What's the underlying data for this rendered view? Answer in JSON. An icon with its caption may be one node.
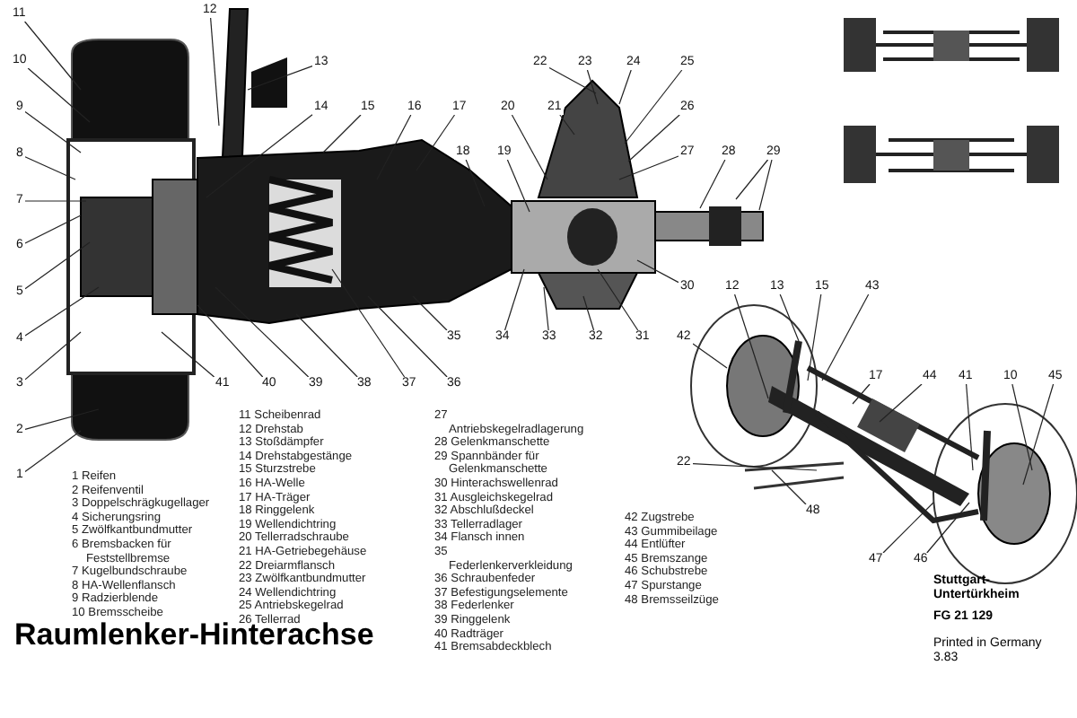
{
  "diagram": {
    "title": "Raumlenker-Hinterachse",
    "nodes": [
      {
        "text": [
          "11"
        ]
      },
      {
        "text": [
          "10"
        ]
      },
      {
        "text": [
          "9"
        ]
      },
      {
        "text": [
          "8"
        ]
      },
      {
        "text": [
          "7"
        ]
      },
      {
        "text": [
          "6"
        ]
      },
      {
        "text": [
          "5"
        ]
      },
      {
        "text": [
          "4"
        ]
      },
      {
        "text": [
          "3"
        ]
      },
      {
        "text": [
          "2"
        ]
      },
      {
        "text": [
          "1"
        ]
      },
      {
        "text": [
          "12"
        ]
      },
      {
        "text": [
          "13"
        ]
      },
      {
        "text": [
          "14"
        ]
      },
      {
        "text": [
          "15"
        ]
      },
      {
        "text": [
          "16"
        ]
      },
      {
        "text": [
          "17"
        ]
      },
      {
        "text": [
          "18"
        ]
      },
      {
        "text": [
          "19"
        ]
      },
      {
        "text": [
          "20"
        ]
      },
      {
        "text": [
          "21"
        ]
      },
      {
        "text": [
          "22"
        ]
      },
      {
        "text": [
          "23"
        ]
      },
      {
        "text": [
          "24"
        ]
      },
      {
        "text": [
          "25"
        ]
      },
      {
        "text": [
          "26"
        ]
      },
      {
        "text": [
          "27"
        ]
      },
      {
        "text": [
          "28"
        ]
      },
      {
        "text": [
          "29"
        ]
      },
      {
        "text": [
          "30"
        ]
      },
      {
        "text": [
          "31"
        ]
      },
      {
        "text": [
          "32"
        ]
      },
      {
        "text": [
          "33"
        ]
      },
      {
        "text": [
          "34"
        ]
      },
      {
        "text": [
          "35"
        ]
      },
      {
        "text": [
          "36"
        ]
      },
      {
        "text": [
          "37"
        ]
      },
      {
        "text": [
          "38"
        ]
      },
      {
        "text": [
          "39"
        ]
      },
      {
        "text": [
          "40"
        ]
      },
      {
        "text": [
          "41"
        ]
      },
      {
        "text": [
          "12"
        ]
      },
      {
        "text": [
          "13"
        ]
      },
      {
        "text": [
          "15"
        ]
      },
      {
        "text": [
          "43"
        ]
      },
      {
        "text": [
          "42"
        ]
      },
      {
        "text": [
          "17"
        ]
      },
      {
        "text": [
          "44"
        ]
      },
      {
        "text": [
          "41"
        ]
      },
      {
        "text": [
          "10"
        ]
      },
      {
        "text": [
          "45"
        ]
      },
      {
        "text": [
          "22"
        ]
      },
      {
        "text": [
          "48"
        ]
      },
      {
        "text": [
          "47"
        ]
      },
      {
        "text": [
          "46"
        ]
      }
    ],
    "edges": [
      {
        "from": 0,
        "to": null,
        "arrow": "none"
      },
      {
        "from": 1,
        "to": null,
        "arrow": "none"
      },
      {
        "from": 2,
        "to": null,
        "arrow": "none"
      },
      {
        "from": 3,
        "to": null,
        "arrow": "none"
      },
      {
        "from": 4,
        "to": null,
        "arrow": "none"
      },
      {
        "from": 5,
        "to": null,
        "arrow": "none"
      },
      {
        "from": 6,
        "to": null,
        "arrow": "none"
      },
      {
        "from": 7,
        "to": null,
        "arrow": "none"
      },
      {
        "from": 8,
        "to": null,
        "arrow": "none"
      },
      {
        "from": 9,
        "to": null,
        "arrow": "none"
      },
      {
        "from": 10,
        "to": null,
        "arrow": "none"
      },
      {
        "from": 11,
        "to": null,
        "arrow": "none"
      },
      {
        "from": 12,
        "to": null,
        "arrow": "none"
      },
      {
        "from": 13,
        "to": null,
        "arrow": "none"
      },
      {
        "from": 14,
        "to": null,
        "arrow": "none"
      },
      {
        "from": 15,
        "to": null,
        "arrow": "none"
      },
      {
        "from": 16,
        "to": null,
        "arrow": "none"
      },
      {
        "from": 17,
        "to": null,
        "arrow": "none"
      },
      {
        "from": 18,
        "to": null,
        "arrow": "none"
      },
      {
        "from": 19,
        "to": null,
        "arrow": "none"
      },
      {
        "from": 20,
        "to": null,
        "arrow": "none"
      },
      {
        "from": 21,
        "to": null,
        "arrow": "none"
      },
      {
        "from": 22,
        "to": null,
        "arrow": "none"
      },
      {
        "from": 23,
        "to": null,
        "arrow": "none"
      },
      {
        "from": 24,
        "to": null,
        "arrow": "none"
      },
      {
        "from": 25,
        "to": null,
        "arrow": "none"
      },
      {
        "from": 26,
        "to": null,
        "arrow": "none"
      },
      {
        "from": 27,
        "to": null,
        "arrow": "none"
      },
      {
        "from": 28,
        "to": null,
        "arrow": "none"
      },
      {
        "from": 28,
        "to": null,
        "arrow": "none"
      },
      {
        "from": 29,
        "to": null,
        "arrow": "none"
      },
      {
        "from": 30,
        "to": null,
        "arrow": "none"
      },
      {
        "from": 31,
        "to": null,
        "arrow": "none"
      },
      {
        "from": 32,
        "to": null,
        "arrow": "none"
      },
      {
        "from": 33,
        "to": null,
        "arrow": "none"
      },
      {
        "from": 34,
        "to": null,
        "arrow": "none"
      },
      {
        "from": 35,
        "to": null,
        "arrow": "none"
      },
      {
        "from": 36,
        "to": null,
        "arrow": "none"
      },
      {
        "from": 37,
        "to": null,
        "arrow": "none"
      },
      {
        "from": 38,
        "to": null,
        "arrow": "none"
      },
      {
        "from": 39,
        "to": null,
        "arrow": "none"
      },
      {
        "from": 40,
        "to": null,
        "arrow": "none"
      },
      {
        "from": 41,
        "to": null,
        "arrow": "none"
      },
      {
        "from": 42,
        "to": null,
        "arrow": "none"
      },
      {
        "from": 43,
        "to": null,
        "arrow": "none"
      },
      {
        "from": 44,
        "to": null,
        "arrow": "none"
      },
      {
        "from": 45,
        "to": null,
        "arrow": "none"
      },
      {
        "from": 46,
        "to": null,
        "arrow": "none"
      },
      {
        "from": 47,
        "to": null,
        "arrow": "none"
      },
      {
        "from": 48,
        "to": null,
        "arrow": "none"
      },
      {
        "from": 49,
        "to": null,
        "arrow": "none"
      },
      {
        "from": 50,
        "to": null,
        "arrow": "none"
      },
      {
        "from": 51,
        "to": null,
        "arrow": "none"
      },
      {
        "from": 52,
        "to": null,
        "arrow": "none"
      },
      {
        "from": 53,
        "to": null,
        "arrow": "none"
      },
      {
        "from": 54,
        "to": null,
        "arrow": "none"
      }
    ],
    "labels": [
      "1 Reifen",
      "2 Reifenventil",
      "3 Doppelschrägkugellager",
      "4 Sicherungsring",
      "5 Zwölfkantbundmutter",
      "6 Bremsbacken für Feststellbremse",
      "7 Kugelbundschraube",
      "8 HA-Wellenflansch",
      "9 Radzierblende",
      "10 Bremsscheibe",
      "11 Scheibenrad",
      "12 Drehstab",
      "13 Stoßdämpfer",
      "14 Drehstabgestänge",
      "15 Sturzstrebe",
      "16 HA-Welle",
      "17 HA-Träger",
      "18 Ringgelenk",
      "19 Wellendichtring",
      "20 Tellerradschraube",
      "21 HA-Getriebegehäuse",
      "22 Dreiarmflansch",
      "23 Zwölfkantbundmutter",
      "24 Wellendichtring",
      "25 Antriebskegelrad",
      "26 Tellerrad",
      "27 Antriebskegelradlagerung",
      "28 Gelenkmanschette",
      "29 Spannbänder für Gelenkmanschette",
      "30 Hinterachswellenrad",
      "31 Ausgleichskegelrad",
      "32 Abschlußdeckel",
      "33 Tellerradlager",
      "34 Flansch innen",
      "35 Federlenkerverkleidung",
      "36 Schraubenfeder",
      "37 Befestigungselemente",
      "38 Federlenker",
      "39 Ringgelenk",
      "40 Radträger",
      "41 Bremsabdeckblech",
      "42 Zugstrebe",
      "43 Gummibeilage",
      "44 Entlüfter",
      "45 Bremszange",
      "46 Schubstrebe",
      "47 Spurstange",
      "48 Bremsseilzüge",
      "Stuttgart-Untertürkheim",
      "FG 21 129",
      "Printed in Germany 3.83"
    ]
  }
}
